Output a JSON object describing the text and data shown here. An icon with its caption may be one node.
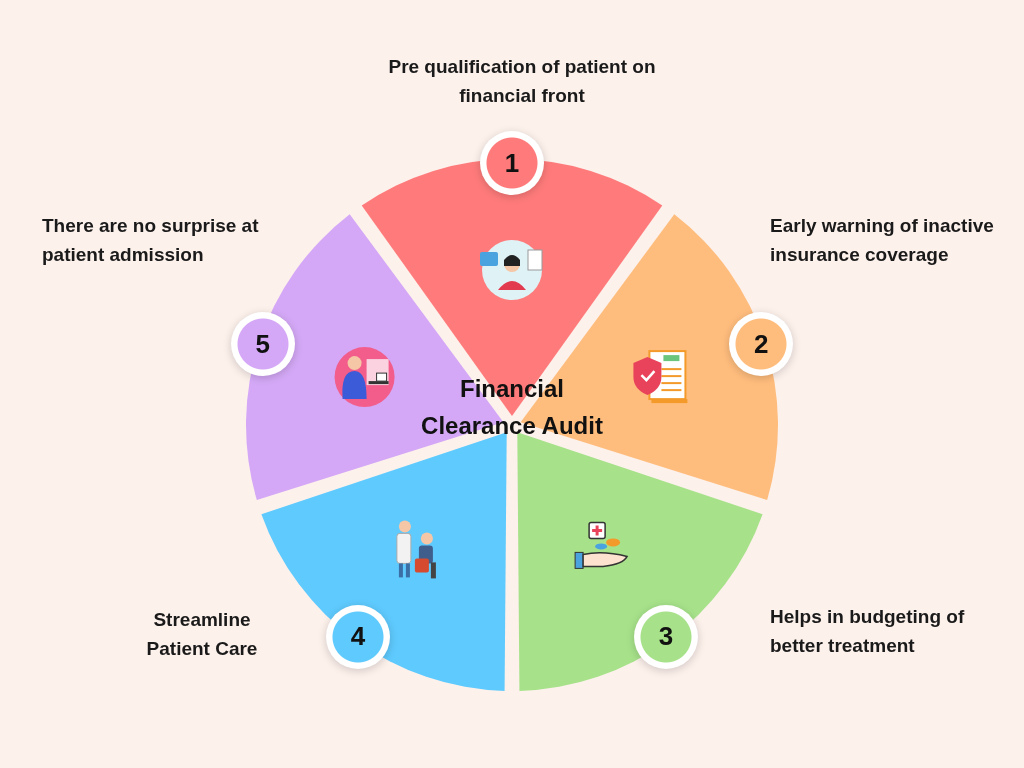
{
  "diagram": {
    "nodes": [
      {
        "text": [
          "1"
        ],
        "beside": [
          "Pre qualification of patient on financial front"
        ]
      },
      {
        "text": [
          "2"
        ],
        "beside": [
          "Early warning of inactive insurance coverage"
        ]
      },
      {
        "text": [
          "3"
        ],
        "beside": [
          "Helps in budgeting of better treatment"
        ]
      },
      {
        "text": [
          "4"
        ],
        "beside": [
          "Streamline Patient Care"
        ]
      },
      {
        "text": [
          "5"
        ],
        "beside": [
          "There are no surprise at patient admission"
        ]
      }
    ],
    "labels": [
      "Financial Clearance Audit"
    ]
  }
}
